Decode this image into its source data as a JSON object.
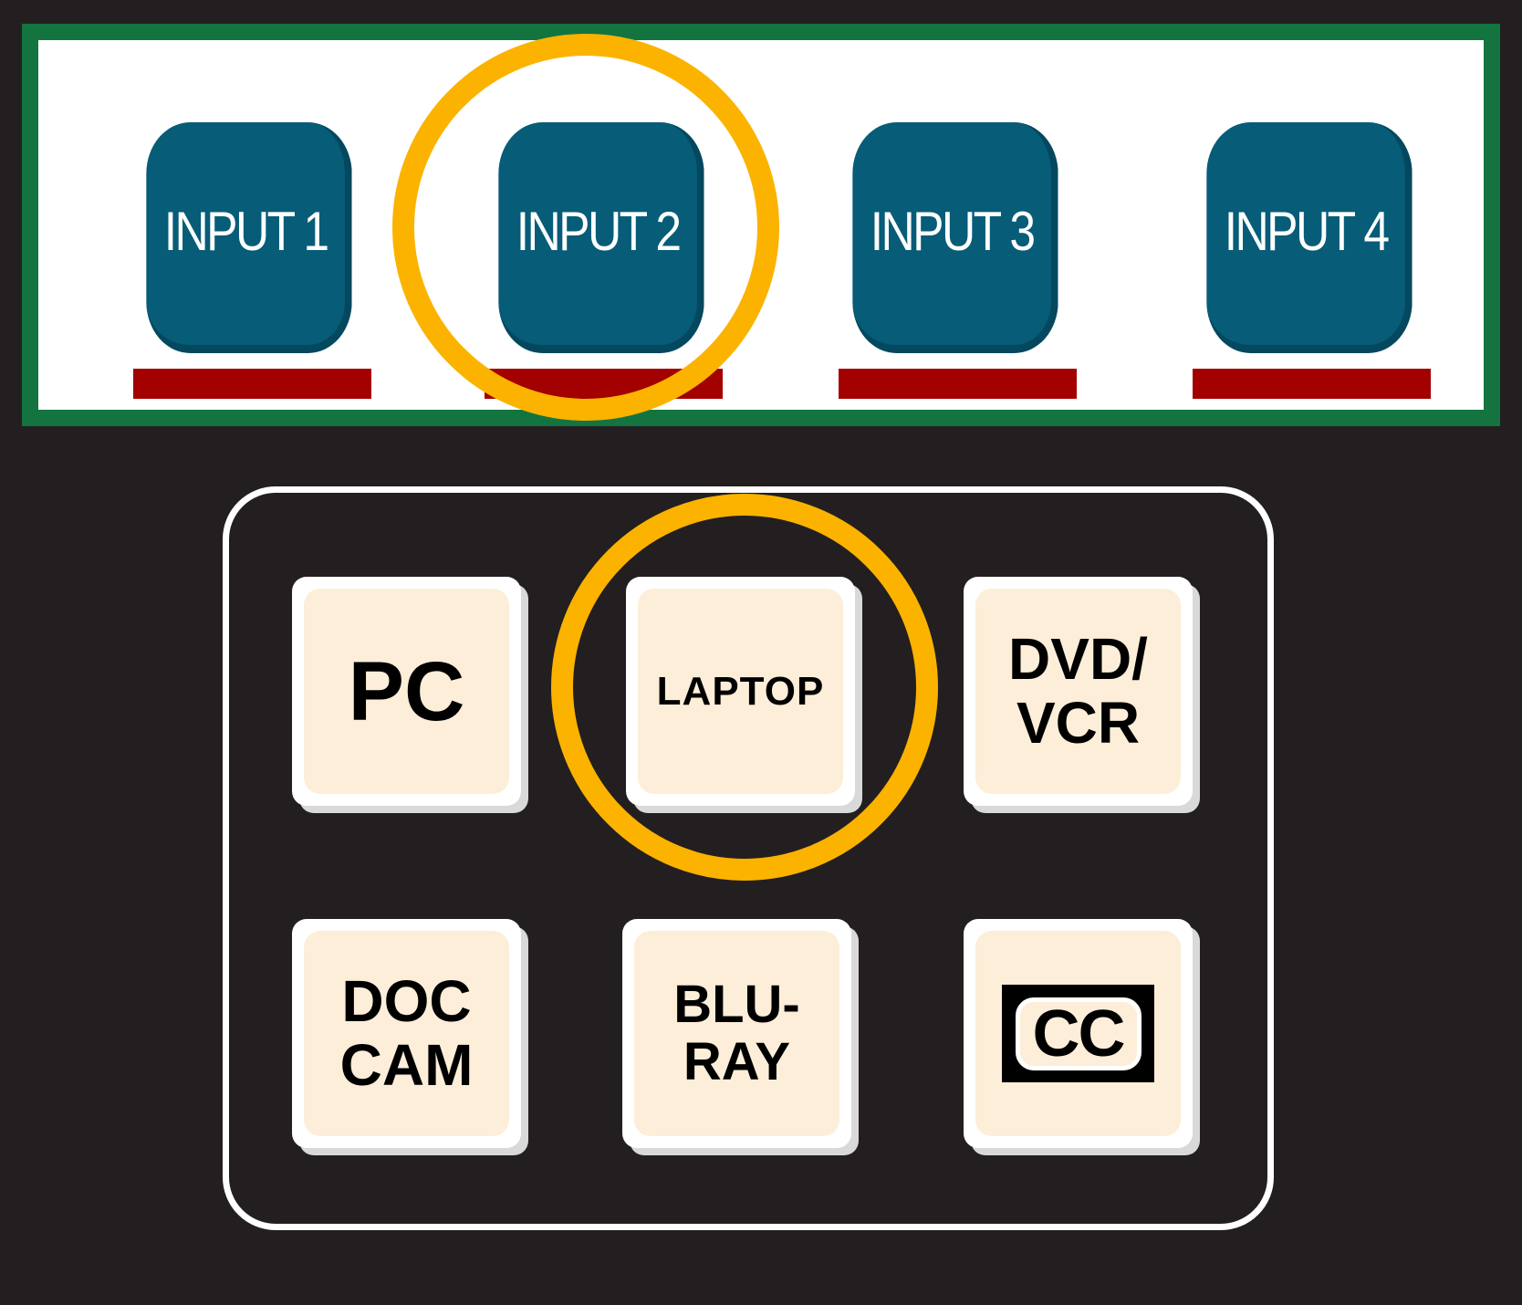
{
  "inputs": [
    {
      "label": "INPUT 1",
      "selected": false
    },
    {
      "label": "INPUT 2",
      "selected": true
    },
    {
      "label": "INPUT 3",
      "selected": false
    },
    {
      "label": "INPUT 4",
      "selected": false
    }
  ],
  "sources": [
    {
      "label": "PC",
      "selected": false
    },
    {
      "label": "LAPTOP",
      "selected": true
    },
    {
      "label": "DVD/\nVCR",
      "selected": false
    },
    {
      "label": "DOC\nCAM",
      "selected": false
    },
    {
      "label": "BLU-\nRAY",
      "selected": false
    },
    {
      "label": "CC",
      "selected": false
    }
  ],
  "colors": {
    "background": "#231f20",
    "input_panel_border": "#137440",
    "input_button": "#075c78",
    "input_indicator": "#a30000",
    "highlight_ring": "#fbb300",
    "source_button_face": "#fdeed9"
  }
}
